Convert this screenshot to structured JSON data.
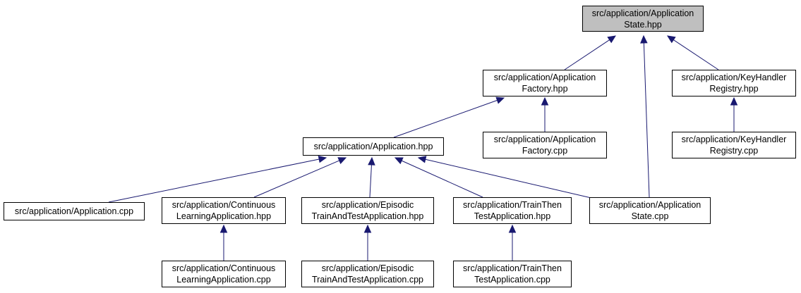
{
  "diagram": {
    "nodes": [
      {
        "id": "app_state_hpp",
        "lines": [
          "src/application/Application",
          "State.hpp"
        ],
        "root": true
      },
      {
        "id": "app_factory_hpp",
        "lines": [
          "src/application/Application",
          "Factory.hpp"
        ]
      },
      {
        "id": "keyhandler_registry_hpp",
        "lines": [
          "src/application/KeyHandler",
          "Registry.hpp"
        ]
      },
      {
        "id": "application_hpp",
        "lines": [
          "src/application/Application.hpp"
        ]
      },
      {
        "id": "app_factory_cpp",
        "lines": [
          "src/application/Application",
          "Factory.cpp"
        ]
      },
      {
        "id": "keyhandler_registry_cpp",
        "lines": [
          "src/application/KeyHandler",
          "Registry.cpp"
        ]
      },
      {
        "id": "application_cpp",
        "lines": [
          "src/application/Application.cpp"
        ]
      },
      {
        "id": "continuous_hpp",
        "lines": [
          "src/application/Continuous",
          "LearningApplication.hpp"
        ]
      },
      {
        "id": "episodic_hpp",
        "lines": [
          "src/application/Episodic",
          "TrainAndTestApplication.hpp"
        ]
      },
      {
        "id": "trainthen_hpp",
        "lines": [
          "src/application/TrainThen",
          "TestApplication.hpp"
        ]
      },
      {
        "id": "app_state_cpp",
        "lines": [
          "src/application/Application",
          "State.cpp"
        ]
      },
      {
        "id": "continuous_cpp",
        "lines": [
          "src/application/Continuous",
          "LearningApplication.cpp"
        ]
      },
      {
        "id": "episodic_cpp",
        "lines": [
          "src/application/Episodic",
          "TrainAndTestApplication.cpp"
        ]
      },
      {
        "id": "trainthen_cpp",
        "lines": [
          "src/application/TrainThen",
          "TestApplication.cpp"
        ]
      }
    ],
    "edges": [
      {
        "from": "app_factory_hpp",
        "to": "app_state_hpp"
      },
      {
        "from": "app_state_cpp",
        "to": "app_state_hpp"
      },
      {
        "from": "keyhandler_registry_hpp",
        "to": "app_state_hpp"
      },
      {
        "from": "application_hpp",
        "to": "app_factory_hpp"
      },
      {
        "from": "app_factory_cpp",
        "to": "app_factory_hpp"
      },
      {
        "from": "keyhandler_registry_cpp",
        "to": "keyhandler_registry_hpp"
      },
      {
        "from": "application_cpp",
        "to": "application_hpp"
      },
      {
        "from": "continuous_hpp",
        "to": "application_hpp"
      },
      {
        "from": "episodic_hpp",
        "to": "application_hpp"
      },
      {
        "from": "trainthen_hpp",
        "to": "application_hpp"
      },
      {
        "from": "app_state_cpp",
        "to": "application_hpp"
      },
      {
        "from": "continuous_cpp",
        "to": "continuous_hpp"
      },
      {
        "from": "episodic_cpp",
        "to": "episodic_hpp"
      },
      {
        "from": "trainthen_cpp",
        "to": "trainthen_hpp"
      }
    ],
    "colors": {
      "edge": "#191970",
      "root_fill": "#bfbfbf",
      "node_fill": "#ffffff",
      "node_border": "#000000"
    }
  }
}
